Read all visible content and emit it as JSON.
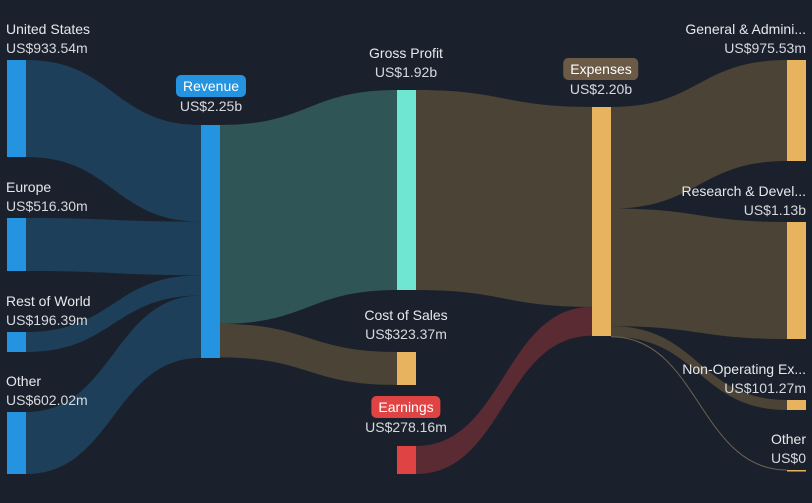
{
  "chart_data": {
    "type": "sankey",
    "currency": "US$",
    "nodes": [
      {
        "id": "us",
        "label": "United States",
        "value_label": "US$933.54m",
        "value": 933.54,
        "color": "#2494e0"
      },
      {
        "id": "eu",
        "label": "Europe",
        "value_label": "US$516.30m",
        "value": 516.3,
        "color": "#2494e0"
      },
      {
        "id": "row",
        "label": "Rest of World",
        "value_label": "US$196.39m",
        "value": 196.39,
        "color": "#2494e0"
      },
      {
        "id": "oth_in",
        "label": "Other",
        "value_label": "US$602.02m",
        "value": 602.02,
        "color": "#2494e0"
      },
      {
        "id": "rev",
        "label": "Revenue",
        "value_label": "US$2.25b",
        "value": 2250,
        "color": "#2494e0",
        "badge": true
      },
      {
        "id": "gp",
        "label": "Gross Profit",
        "value_label": "US$1.92b",
        "value": 1920,
        "color": "#6fe6d1"
      },
      {
        "id": "cos",
        "label": "Cost of Sales",
        "value_label": "US$323.37m",
        "value": 323.37,
        "color": "#e8b35e"
      },
      {
        "id": "earn",
        "label": "Earnings",
        "value_label": "US$278.16m",
        "value": 278.16,
        "color": "#e04343",
        "badge": true
      },
      {
        "id": "exp",
        "label": "Expenses",
        "value_label": "US$2.20b",
        "value": 2200,
        "color": "#e8b35e",
        "badge": true
      },
      {
        "id": "ga",
        "label": "General & Admini...",
        "value_label": "US$975.53m",
        "value": 975.53,
        "color": "#e8b35e"
      },
      {
        "id": "rd",
        "label": "Research & Devel...",
        "value_label": "US$1.13b",
        "value": 1130,
        "color": "#e8b35e"
      },
      {
        "id": "nonop",
        "label": "Non-Operating Ex...",
        "value_label": "US$101.27m",
        "value": 101.27,
        "color": "#e8b35e"
      },
      {
        "id": "oth_out",
        "label": "Other",
        "value_label": "US$0",
        "value": 0,
        "color": "#e8b35e"
      }
    ],
    "links": [
      {
        "source": "us",
        "target": "rev",
        "value": 933.54,
        "color": "#1e3f5a"
      },
      {
        "source": "eu",
        "target": "rev",
        "value": 516.3,
        "color": "#1e3f5a"
      },
      {
        "source": "row",
        "target": "rev",
        "value": 196.39,
        "color": "#1e3f5a"
      },
      {
        "source": "oth_in",
        "target": "rev",
        "value": 602.02,
        "color": "#1e3f5a"
      },
      {
        "source": "rev",
        "target": "gp",
        "value": 1920,
        "color": "#2f5556"
      },
      {
        "source": "rev",
        "target": "cos",
        "value": 323.37,
        "color": "#4b4436"
      },
      {
        "source": "gp",
        "target": "exp",
        "value": 1920,
        "color": "#4b4436"
      },
      {
        "source": "earn",
        "target": "exp",
        "value": 278.16,
        "color": "#5a2b33"
      },
      {
        "source": "exp",
        "target": "ga",
        "value": 975.53,
        "color": "#4b4436"
      },
      {
        "source": "exp",
        "target": "rd",
        "value": 1130,
        "color": "#4b4436"
      },
      {
        "source": "exp",
        "target": "nonop",
        "value": 101.27,
        "color": "#4b4436"
      },
      {
        "source": "exp",
        "target": "oth_out",
        "value": 0,
        "color": "#6b6150"
      }
    ]
  }
}
